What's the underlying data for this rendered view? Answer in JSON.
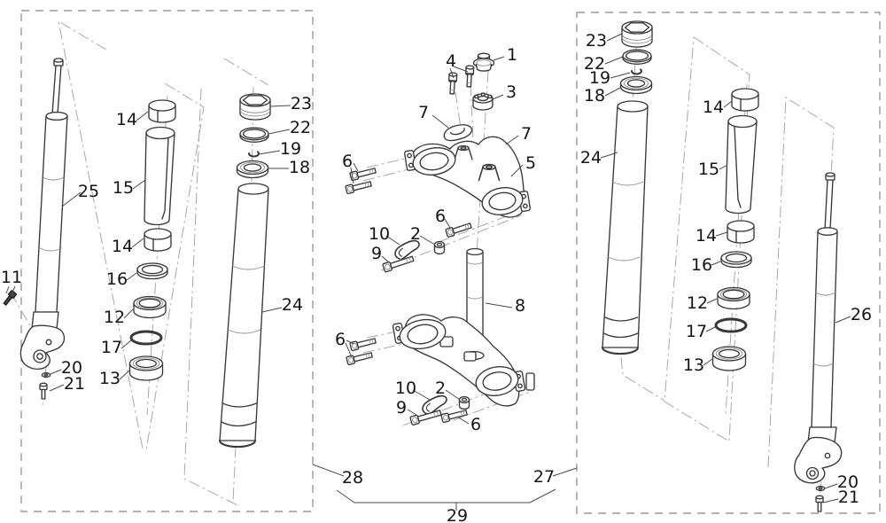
{
  "colors": {
    "line": "#383838",
    "construction": "#a8a8a8",
    "label": "#151515",
    "background": "#ffffff"
  },
  "callouts": {
    "left": {
      "damper_rod": "25",
      "bushing_upper": "14",
      "slide_bush": "15",
      "bushing_lower": "14",
      "washer": "16",
      "oil_seal": "12",
      "retaining_ring": "17",
      "dust_seal": "13",
      "screw": "11",
      "small_washer": "20",
      "small_bolt": "21",
      "top_cap": "23",
      "cap_oring": "22",
      "stop_ring": "19",
      "seal_spacer": "18",
      "outer_tube": "24"
    },
    "center": {
      "top_cap": "1",
      "clamp_bolts": "4",
      "stem_nut": "3",
      "clamp_left": "7",
      "clamp_right": "7",
      "top_yoke": "5",
      "pinch_bolts_upper": "6",
      "pinch_bolt_mid": "6",
      "guide_upper": "10",
      "spacer_upper": "2",
      "bolt_upper": "9",
      "steering_stem": "8",
      "pinch_bolts_lower": "6",
      "guide_lower": "10",
      "spacer_lower": "2",
      "bolt_lower": "9",
      "pinch_bolt_lower_right": "6",
      "left_fork": "28",
      "right_fork": "27",
      "fork_set": "29"
    },
    "right": {
      "top_cap": "23",
      "cap_oring": "22",
      "stop_ring": "19",
      "seal_spacer": "18",
      "outer_tube": "24",
      "bushing_upper": "14",
      "slide_bush": "15",
      "bushing_lower": "14",
      "washer": "16",
      "oil_seal": "12",
      "retaining_ring": "17",
      "dust_seal": "13",
      "damper_rod": "26",
      "small_washer": "20",
      "small_bolt": "21"
    }
  }
}
